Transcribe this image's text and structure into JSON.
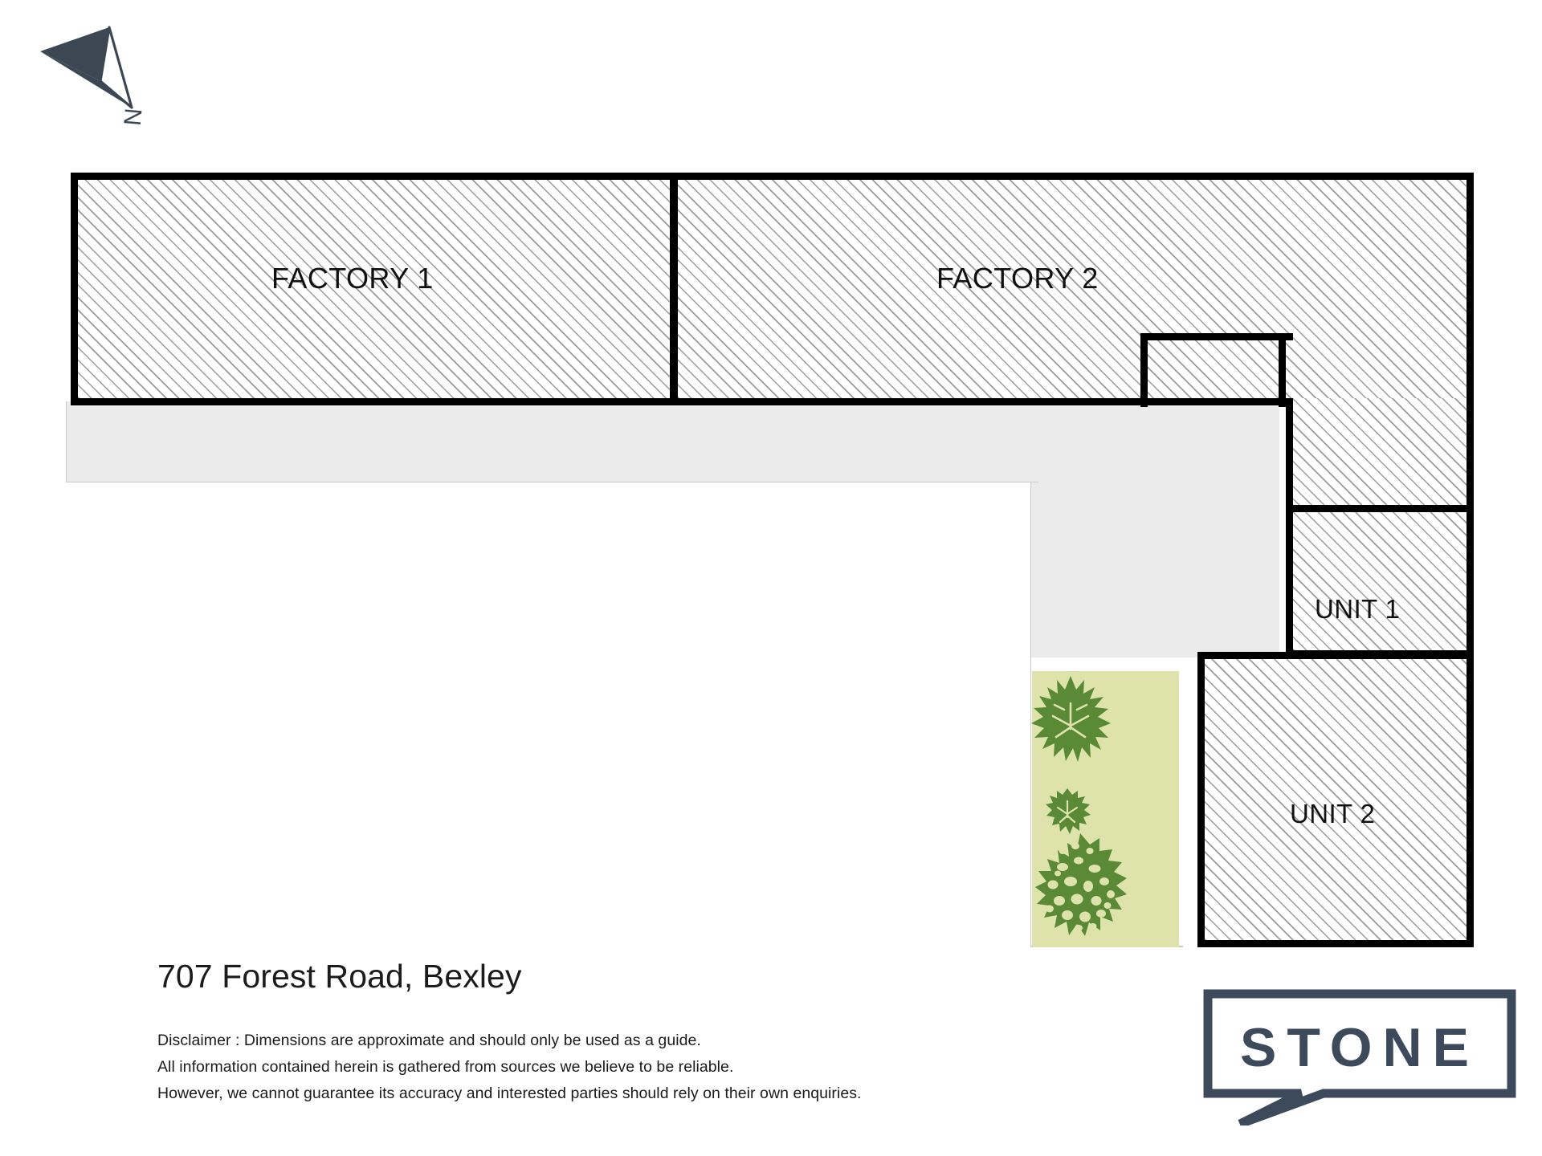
{
  "document": {
    "type": "property-floor-plan",
    "title": "707 Forest Road, Bexley"
  },
  "compass": {
    "icon": "north-arrow-icon",
    "label": "N",
    "color": "#3d4754"
  },
  "plan": {
    "colors": {
      "wall": "#000000",
      "hatch_line": "#9a9a9a",
      "hatch_bg": "#ffffff",
      "driveway": "#ebebeb",
      "driveway_outline": "#c9c9c9",
      "lawn": "#dde3ab",
      "tree": "#5a8a36",
      "text": "#111111"
    },
    "rooms": [
      {
        "id": "factory-1",
        "label": "FACTORY 1",
        "fill": "hatched"
      },
      {
        "id": "factory-2",
        "label": "FACTORY 2",
        "fill": "hatched"
      },
      {
        "id": "unit-1",
        "label": "UNIT 1",
        "fill": "hatched"
      },
      {
        "id": "unit-2",
        "label": "UNIT 2",
        "fill": "hatched"
      }
    ],
    "areas": [
      {
        "id": "driveway",
        "label": "",
        "fill": "driveway"
      },
      {
        "id": "lawn",
        "label": "",
        "fill": "lawn"
      }
    ],
    "trees": [
      {
        "id": "tree-upper",
        "size": "large"
      },
      {
        "id": "tree-middle",
        "size": "small"
      },
      {
        "id": "tree-lower",
        "size": "large"
      }
    ]
  },
  "footer": {
    "title": "707 Forest Road, Bexley",
    "disclaimer": [
      "Disclaimer : Dimensions are approximate and should only be used as a guide.",
      "All information contained herein is gathered from sources we believe to be reliable.",
      "However, we cannot guarantee its accuracy and interested parties should rely on their own enquiries."
    ]
  },
  "brand": {
    "name": "STONE",
    "color": "#3d4a5c"
  }
}
